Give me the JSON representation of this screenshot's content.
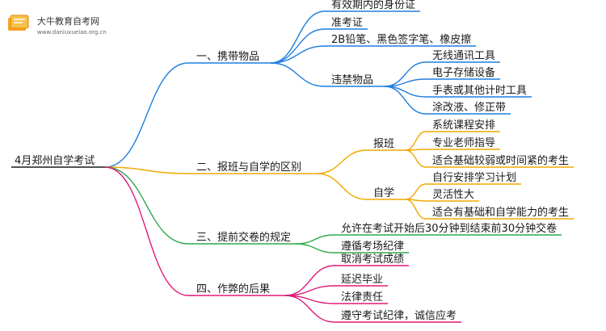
{
  "watermark": {
    "name": "大牛教育自考网",
    "url": "www.daniuxueiao.org.cn"
  },
  "colors": {
    "branch1": "#1e7fe0",
    "branch2": "#f2a900",
    "branch3": "#2eaa4a",
    "branch4": "#e0197a"
  },
  "root": "4月郑州自学考试",
  "branches": [
    {
      "label": "一、携带物品",
      "children": [
        {
          "label": "有效期内的身份证"
        },
        {
          "label": "准考证"
        },
        {
          "label": "2B铅笔、黑色签字笔、橡皮擦"
        },
        {
          "label": "违禁物品",
          "children": [
            {
              "label": "无线通讯工具"
            },
            {
              "label": "电子存储设备"
            },
            {
              "label": "手表或其他计时工具"
            },
            {
              "label": "涂改液、修正带"
            }
          ]
        }
      ]
    },
    {
      "label": "二、报班与自学的区别",
      "children": [
        {
          "label": "报班",
          "children": [
            {
              "label": "系统课程安排"
            },
            {
              "label": "专业老师指导"
            },
            {
              "label": "适合基础较弱或时间紧的考生"
            }
          ]
        },
        {
          "label": "自学",
          "children": [
            {
              "label": "自行安排学习计划"
            },
            {
              "label": "灵活性大"
            },
            {
              "label": "适合有基础和自学能力的考生"
            }
          ]
        }
      ]
    },
    {
      "label": "三、提前交卷的规定",
      "children": [
        {
          "label": "允许在考试开始后30分钟到结束前30分钟交卷"
        },
        {
          "label": "遵循考场纪律"
        }
      ]
    },
    {
      "label": "四、作弊的后果",
      "children": [
        {
          "label": "取消考试成绩"
        },
        {
          "label": "延迟毕业"
        },
        {
          "label": "法律责任"
        },
        {
          "label": "遵守考试纪律，诚信应考"
        }
      ]
    }
  ]
}
